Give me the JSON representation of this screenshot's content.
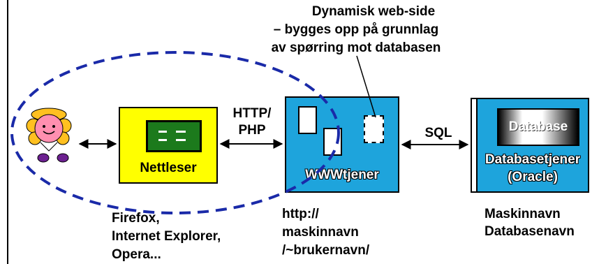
{
  "callout": {
    "lines": [
      "Dynamisk web-side",
      "– bygges opp på grunnlag",
      "av spørring mot databasen"
    ]
  },
  "browser": {
    "label": "Nettleser",
    "examples": [
      "Firefox,",
      "Internet Explorer,",
      "Opera..."
    ]
  },
  "protocol": {
    "lines": [
      "HTTP/",
      "PHP"
    ]
  },
  "webserver": {
    "label": "WWWtjener",
    "url_lines": [
      "http://",
      "maskinnavn",
      "/~brukernavn/"
    ]
  },
  "sql_label": "SQL",
  "database": {
    "screen_label": "Database",
    "label_lines": [
      "Databasetjener",
      "(Oracle)"
    ],
    "note_lines": [
      "Maskinnavn",
      "Databasenavn"
    ]
  },
  "colors": {
    "browser_fill": "#ffff00",
    "browser_screen": "#1c7a1c",
    "server_fill": "#1ea4dc",
    "dashed_ellipse": "#1a2aa8"
  },
  "icons": {
    "user": "smiley-person-icon"
  }
}
